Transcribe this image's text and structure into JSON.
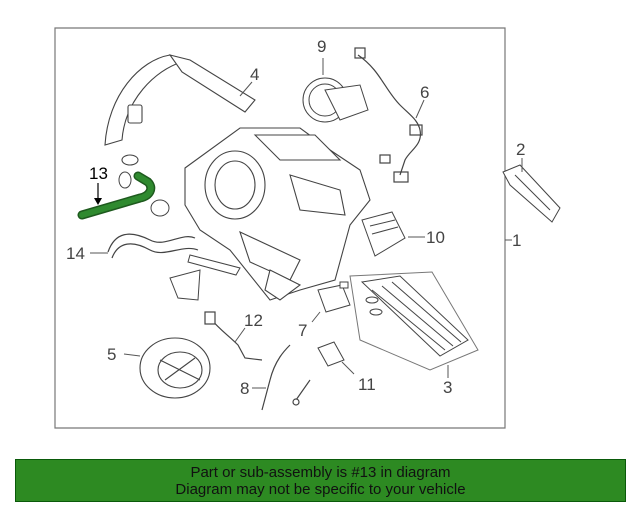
{
  "callouts": {
    "c1": "1",
    "c2": "2",
    "c3": "3",
    "c4": "4",
    "c5": "5",
    "c6": "6",
    "c7": "7",
    "c8": "8",
    "c9": "9",
    "c10": "10",
    "c11": "11",
    "c12": "12",
    "c13": "13",
    "c14": "14"
  },
  "highlight_part": "13",
  "colors": {
    "highlight": "#2f8a2f",
    "banner": "#2d8a22",
    "line": "#555555"
  },
  "footer": {
    "line1": "Part or sub-assembly is #13 in diagram",
    "line2": "Diagram may not be specific to your vehicle"
  }
}
